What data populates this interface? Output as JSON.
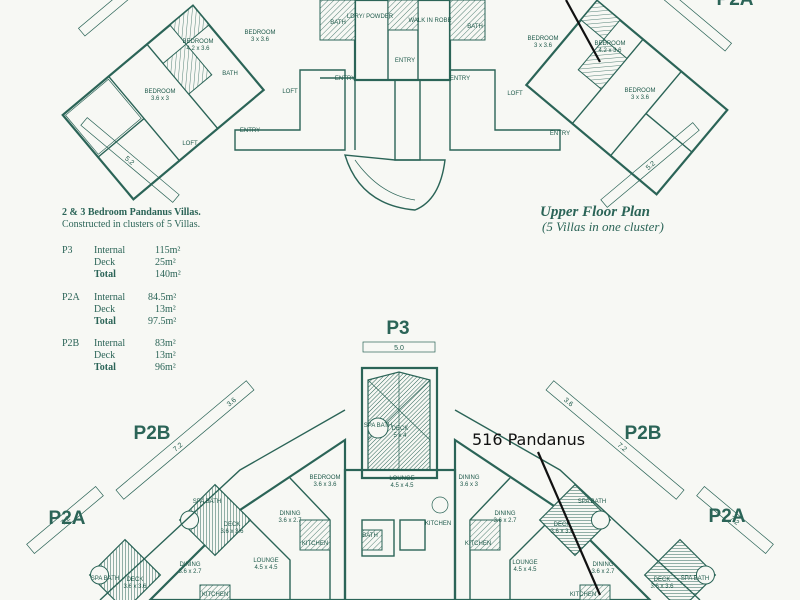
{
  "legend": {
    "title": "2 & 3 Bedroom Pandanus Villas.",
    "subtitle": "Constructed in clusters of 5 Villas.",
    "groups": [
      {
        "code": "P3",
        "rows": [
          {
            "label": "Internal",
            "value": "115m²"
          },
          {
            "label": "Deck",
            "value": "25m²"
          },
          {
            "label": "Total",
            "value": "140m²"
          }
        ]
      },
      {
        "code": "P2A",
        "rows": [
          {
            "label": "Internal",
            "value": "84.5m²"
          },
          {
            "label": "Deck",
            "value": "13m²"
          },
          {
            "label": "Total",
            "value": "97.5m²"
          }
        ]
      },
      {
        "code": "P2B",
        "rows": [
          {
            "label": "Internal",
            "value": "83m²"
          },
          {
            "label": "Deck",
            "value": "13m²"
          },
          {
            "label": "Total",
            "value": "96m²"
          }
        ]
      }
    ]
  },
  "upper_plan": {
    "title": "Upper Floor Plan",
    "subtitle": "(5 Villas in one cluster)",
    "dims": {
      "left": "5.2",
      "right": "5.2"
    },
    "rooms": {
      "bedroom_left_top": "BEDROOM",
      "bedroom_left_top_size": "4.2 x 3.6",
      "bedroom_left_mid": "BEDROOM",
      "bedroom_left_mid_size": "3 x 3.6",
      "bedroom_left_low": "BEDROOM",
      "bedroom_left_low_size": "3.6 x 3",
      "bath_left": "BATH",
      "loft_left": "LOFT",
      "loft_left2": "LOFT",
      "entry_left": "ENTRY",
      "entry_left2": "ENTRY",
      "bath_center": "BATH",
      "ldry": "LDRY/ POWDER",
      "walk_in_robe": "WALK IN ROBE",
      "entry_center": "ENTRY",
      "bath_right": "BATH",
      "bedroom_right_top": "BEDROOM",
      "bedroom_right_top_size": "3 x 3.6",
      "bedroom_right_mid": "BEDROOM",
      "bedroom_right_mid_size": "4.2 x 3.6",
      "bedroom_right_low": "BEDROOM",
      "bedroom_right_low_size": "3 x 3.6",
      "entry_right": "ENTRY",
      "loft_right": "LOFT",
      "entry_right2": "ENTRY",
      "villa_right_partial": "P2A"
    }
  },
  "lower_plan": {
    "villas": {
      "p3": "P3",
      "p2b_left": "P2B",
      "p2a_left": "P2A",
      "p2b_right": "P2B",
      "p2a_right": "P2A"
    },
    "dims": {
      "p3_width": "5.0",
      "left_outer": "3.6",
      "left_mid": "7.2",
      "left_low": "7.2",
      "right_outer": "3.6",
      "right_mid": "7.2",
      "right_low": "7.2"
    },
    "rooms": {
      "spa_bath_p3": "SPA BATH",
      "deck_p3": "DECK",
      "deck_p3_size": "5 x 4",
      "lounge_p3": "LOUNGE",
      "lounge_p3_size": "4.5 x 4.5",
      "bedroom_p3": "BEDROOM",
      "bedroom_p3_size": "3.6 x 3.6",
      "dining_p3": "DINING",
      "dining_p3_size": "3.6 x 3",
      "kitchen_p3": "KITCHEN",
      "bath_p3": "BATH",
      "spa_bath_left": "SPA BATH",
      "deck_left": "DECK",
      "deck_left_size": "3.6 x 3.6",
      "dining_left": "DINING",
      "dining_left_size": "3.6 x 2.7",
      "kitchen_left": "KITCHEN",
      "lounge_left": "LOUNGE",
      "lounge_left_size": "4.5 x 4.5",
      "spa_bath_left2": "SPA BATH",
      "deck_left2": "DECK",
      "deck_left2_size": "3.6 x 3.6",
      "dining_left2": "DINING",
      "dining_left2_size": "3.6 x 2.7",
      "kitchen_left2": "KITCHEN",
      "dining_right": "DINING",
      "dining_right_size": "3.6 x 2.7",
      "kitchen_right": "KITCHEN",
      "lounge_right": "LOUNGE",
      "lounge_right_size": "4.5 x 4.5",
      "deck_right": "DECK",
      "deck_right_size": "3.6 x 3.6",
      "spa_bath_right": "SPA BATH",
      "dining_right2": "DINING",
      "dining_right2_size": "3.6 x 2.7",
      "kitchen_right2": "KITCHEN",
      "deck_right2": "DECK",
      "deck_right2_size": "3.6 x 3.6",
      "spa_bath_right2": "SPA BATH"
    }
  },
  "annotation": {
    "callout_text": "516 Pandanus"
  },
  "colors": {
    "ink": "#2b6457",
    "paper": "#f7f8f4",
    "annotation": "#111111"
  }
}
